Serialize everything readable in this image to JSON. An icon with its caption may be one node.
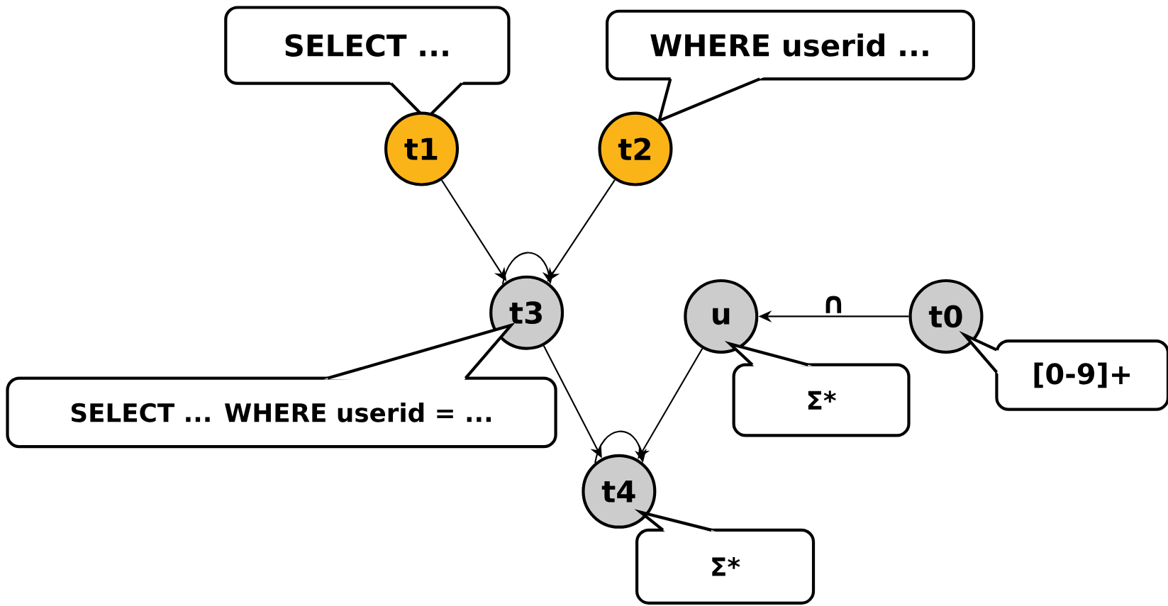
{
  "diagram": {
    "nodes": [
      {
        "text": [
          "SELECT ..."
        ]
      },
      {
        "text": [
          "WHERE userid ..."
        ]
      },
      {
        "text": [
          "t1"
        ]
      },
      {
        "text": [
          "t2"
        ]
      },
      {
        "text": [
          "t3"
        ]
      },
      {
        "text": [
          "u"
        ]
      },
      {
        "text": [
          "t0"
        ]
      },
      {
        "text": [
          "SELECT ... WHERE userid = ..."
        ]
      },
      {
        "text": [
          "Σ*"
        ]
      },
      {
        "text": [
          "[0-9]+"
        ]
      },
      {
        "text": [
          "t4"
        ]
      },
      {
        "text": [
          "Σ*"
        ]
      }
    ],
    "edges": [
      {
        "from": 2,
        "to": 4,
        "arrow": "to"
      },
      {
        "from": 3,
        "to": 4,
        "arrow": "to"
      },
      {
        "from": 4,
        "to": 4,
        "arrow": "to"
      },
      {
        "from": 6,
        "to": 5,
        "arrow": "to",
        "label": "∩"
      },
      {
        "from": 4,
        "to": 10,
        "arrow": "to"
      },
      {
        "from": 5,
        "to": 10,
        "arrow": "to"
      },
      {
        "from": 10,
        "to": 10,
        "arrow": "to"
      }
    ]
  }
}
